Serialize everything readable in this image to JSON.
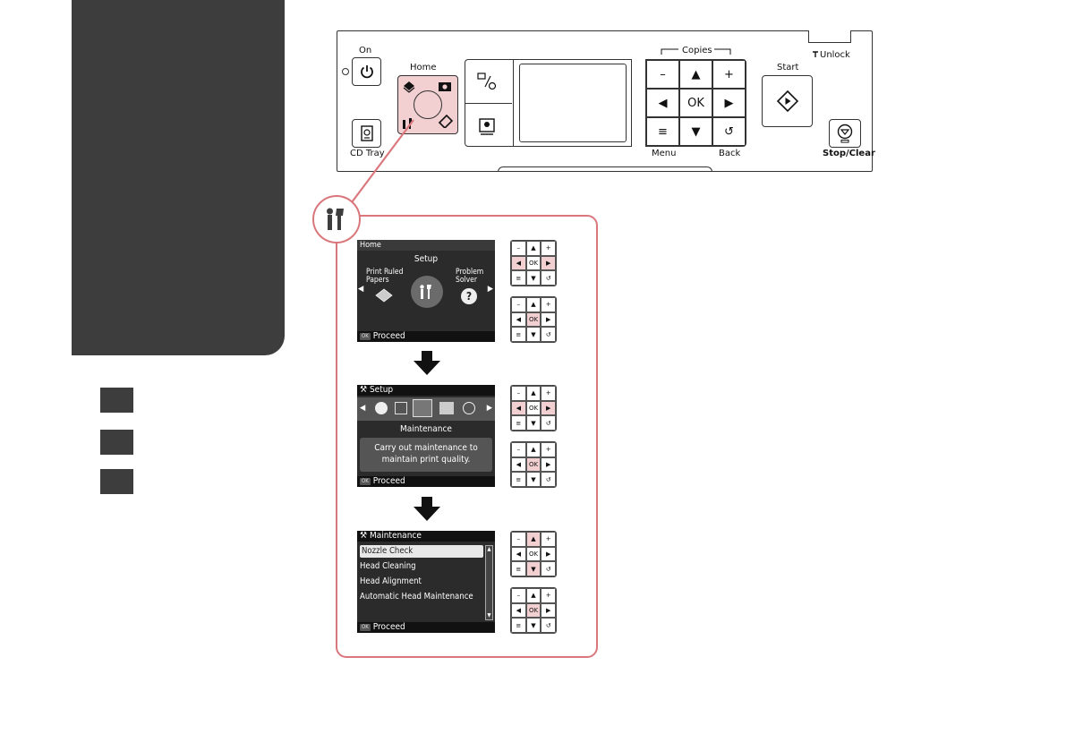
{
  "panel": {
    "on_label": "On",
    "home_label": "Home",
    "cd_tray_label": "CD Tray",
    "copies_label": "Copies",
    "start_label": "Start",
    "unlock_label": "Unlock",
    "menu_label": "Menu",
    "back_label": "Back",
    "stop_label": "Stop/Clear",
    "keypad": [
      "–",
      "▲",
      "+",
      "◀",
      "OK",
      "▶",
      "≡",
      "▼",
      "↺"
    ]
  },
  "screen1": {
    "header": "Home",
    "title": "Setup",
    "left_item": "Print Ruled\nPapers",
    "right_item": "Problem\nSolver",
    "footer_ok": "OK",
    "footer": "Proceed"
  },
  "screen2": {
    "header": "Setup",
    "item_title": "Maintenance",
    "description": "Carry out maintenance to\nmaintain print quality.",
    "footer_ok": "OK",
    "footer": "Proceed"
  },
  "screen3": {
    "header": "Maintenance",
    "items": [
      "Nozzle Check",
      "Head Cleaning",
      "Head Alignment",
      "Automatic Head Maintenance"
    ],
    "footer_ok": "OK",
    "footer": "Proceed"
  },
  "mini_keys": [
    "–",
    "▲",
    "+",
    "◀",
    "OK",
    "▶",
    "≡",
    "▼",
    "↺"
  ],
  "colors": {
    "highlight": "#f2cfd1",
    "frame": "#d9777d",
    "dark": "#3d3d3d"
  }
}
